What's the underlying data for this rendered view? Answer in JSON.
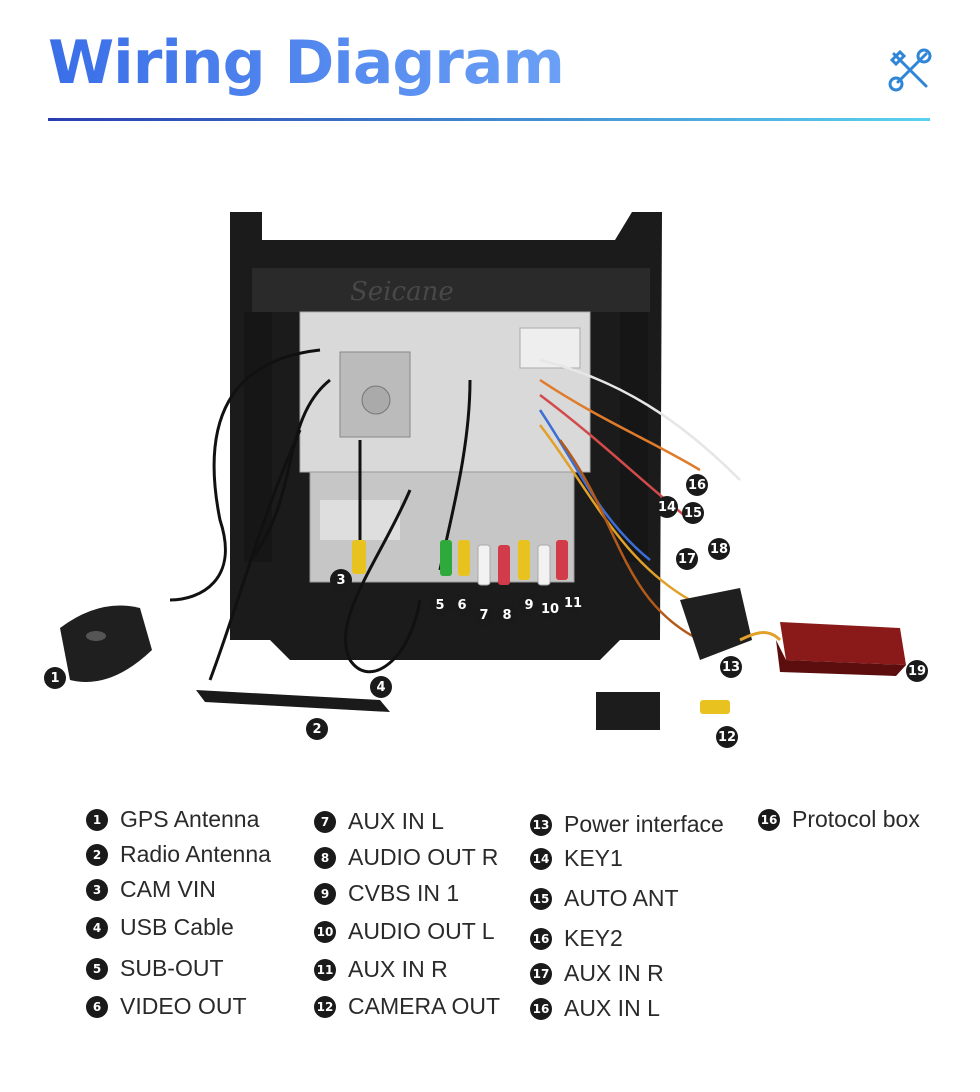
{
  "header": {
    "title": "Wiring Diagram",
    "icon": "tools-icon"
  },
  "brand_watermark": "Seicane",
  "callouts": [
    "1",
    "2",
    "3",
    "4",
    "5",
    "6",
    "7",
    "8",
    "9",
    "10",
    "11",
    "12",
    "13",
    "14",
    "15",
    "16",
    "17",
    "18",
    "19"
  ],
  "legend": [
    {
      "num": "1",
      "label": "GPS  Antenna"
    },
    {
      "num": "2",
      "label": "Radio Antenna"
    },
    {
      "num": "3",
      "label": "CAM VIN"
    },
    {
      "num": "4",
      "label": "USB  Cable"
    },
    {
      "num": "5",
      "label": "SUB-OUT"
    },
    {
      "num": "6",
      "label": "VIDEO OUT"
    },
    {
      "num": "7",
      "label": "AUX IN L"
    },
    {
      "num": "8",
      "label": "AUDIO OUT R"
    },
    {
      "num": "9",
      "label": "CVBS IN 1"
    },
    {
      "num": "10",
      "label": "AUDIO OUT L"
    },
    {
      "num": "11",
      "label": "AUX IN R"
    },
    {
      "num": "12",
      "label": "CAMERA OUT"
    },
    {
      "num": "13",
      "label": "Power interface"
    },
    {
      "num": "14",
      "label": "KEY1"
    },
    {
      "num": "15",
      "label": "AUTO ANT"
    },
    {
      "num": "16",
      "label": "KEY2"
    },
    {
      "num": "17",
      "label": "AUX IN R"
    },
    {
      "num": "16",
      "label": "AUX IN L"
    },
    {
      "num": "16",
      "label": "Protocol box"
    }
  ],
  "colors": {
    "title_start": "#3a6ee8",
    "title_end": "#6aa0f5",
    "rule_start": "#2a3db0",
    "rule_end": "#5ad2ee",
    "icon": "#2f86d6"
  }
}
